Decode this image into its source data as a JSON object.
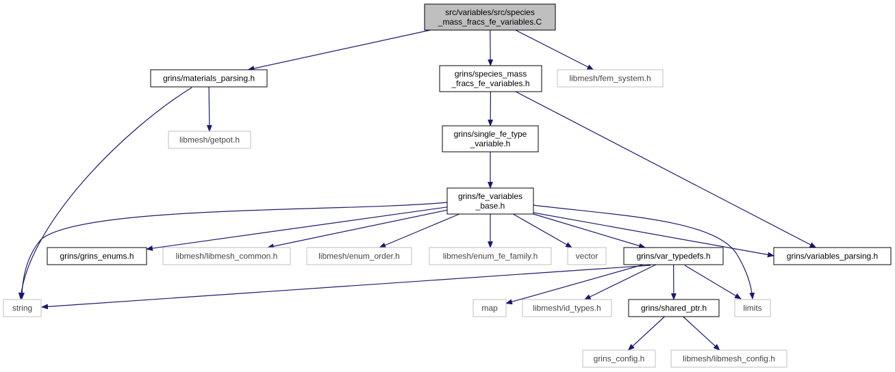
{
  "colors": {
    "edge": "#191970",
    "root_fill": "#bfbfbf",
    "root_stroke": "#000000",
    "local_stroke": "#000000",
    "external_stroke": "#bfbfbf",
    "node_fill": "#ffffff"
  },
  "nodes": {
    "root": {
      "lines": [
        "src/variables/src/species",
        "_mass_fracs_fe_variables.C"
      ],
      "kind": "root"
    },
    "materials_parsing": {
      "lines": [
        "grins/materials_parsing.h"
      ],
      "kind": "local"
    },
    "species_mass_h": {
      "lines": [
        "grins/species_mass",
        "_fracs_fe_variables.h"
      ],
      "kind": "local"
    },
    "fem_system": {
      "lines": [
        "libmesh/fem_system.h"
      ],
      "kind": "external"
    },
    "getpot": {
      "lines": [
        "libmesh/getpot.h"
      ],
      "kind": "external"
    },
    "single_fe_type": {
      "lines": [
        "grins/single_fe_type",
        "_variable.h"
      ],
      "kind": "local"
    },
    "fe_variables_base": {
      "lines": [
        "grins/fe_variables",
        "_base.h"
      ],
      "kind": "local"
    },
    "grins_enums": {
      "lines": [
        "grins/grins_enums.h"
      ],
      "kind": "local"
    },
    "libmesh_common": {
      "lines": [
        "libmesh/libmesh_common.h"
      ],
      "kind": "external"
    },
    "enum_order": {
      "lines": [
        "libmesh/enum_order.h"
      ],
      "kind": "external"
    },
    "enum_fe_family": {
      "lines": [
        "libmesh/enum_fe_family.h"
      ],
      "kind": "external"
    },
    "vector": {
      "lines": [
        "vector"
      ],
      "kind": "external"
    },
    "var_typedefs": {
      "lines": [
        "grins/var_typedefs.h"
      ],
      "kind": "local"
    },
    "variables_parsing": {
      "lines": [
        "grins/variables_parsing.h"
      ],
      "kind": "local"
    },
    "string": {
      "lines": [
        "string"
      ],
      "kind": "external"
    },
    "map": {
      "lines": [
        "map"
      ],
      "kind": "external"
    },
    "id_types": {
      "lines": [
        "libmesh/id_types.h"
      ],
      "kind": "external"
    },
    "shared_ptr": {
      "lines": [
        "grins/shared_ptr.h"
      ],
      "kind": "local"
    },
    "limits": {
      "lines": [
        "limits"
      ],
      "kind": "external"
    },
    "grins_config": {
      "lines": [
        "grins_config.h"
      ],
      "kind": "external"
    },
    "libmesh_config": {
      "lines": [
        "libmesh/libmesh_config.h"
      ],
      "kind": "external"
    }
  },
  "edges": [
    [
      "root",
      "materials_parsing"
    ],
    [
      "root",
      "species_mass_h"
    ],
    [
      "root",
      "fem_system"
    ],
    [
      "materials_parsing",
      "getpot"
    ],
    [
      "materials_parsing",
      "string"
    ],
    [
      "species_mass_h",
      "single_fe_type"
    ],
    [
      "species_mass_h",
      "variables_parsing"
    ],
    [
      "single_fe_type",
      "fe_variables_base"
    ],
    [
      "fe_variables_base",
      "string"
    ],
    [
      "fe_variables_base",
      "grins_enums"
    ],
    [
      "fe_variables_base",
      "libmesh_common"
    ],
    [
      "fe_variables_base",
      "enum_order"
    ],
    [
      "fe_variables_base",
      "enum_fe_family"
    ],
    [
      "fe_variables_base",
      "vector"
    ],
    [
      "fe_variables_base",
      "var_typedefs"
    ],
    [
      "fe_variables_base",
      "variables_parsing"
    ],
    [
      "fe_variables_base",
      "limits"
    ],
    [
      "var_typedefs",
      "string"
    ],
    [
      "var_typedefs",
      "map"
    ],
    [
      "var_typedefs",
      "id_types"
    ],
    [
      "var_typedefs",
      "shared_ptr"
    ],
    [
      "var_typedefs",
      "limits"
    ],
    [
      "shared_ptr",
      "grins_config"
    ],
    [
      "shared_ptr",
      "libmesh_config"
    ]
  ]
}
